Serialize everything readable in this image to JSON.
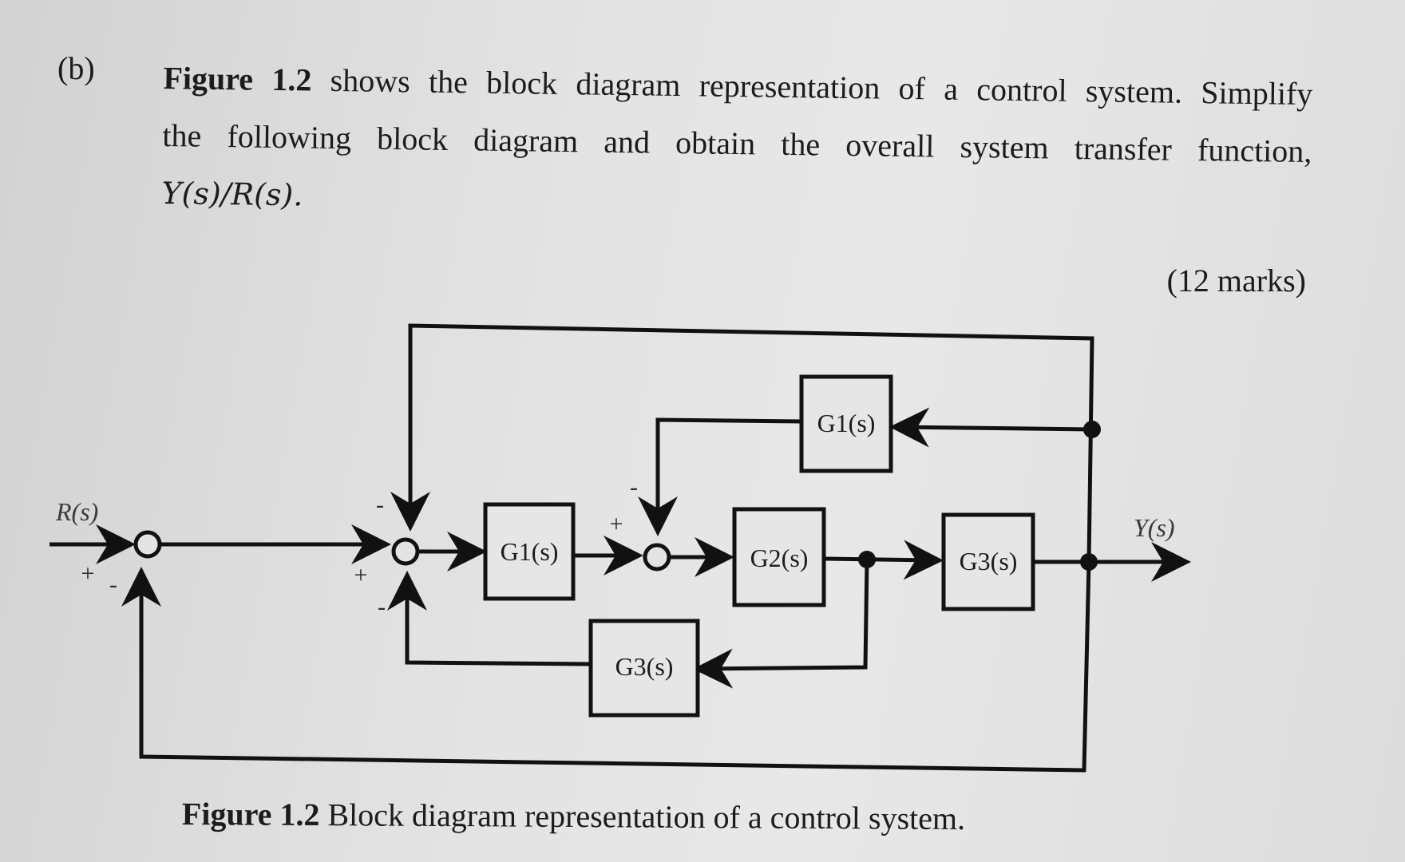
{
  "question": {
    "part": "(b)",
    "figure_ref": "Figure 1.2",
    "line1_rest": " shows the block diagram representation of a control system. Simplify",
    "line2": "the following block diagram and obtain the overall system transfer function,",
    "line3": "Y(s)/R(s).",
    "marks": "(12 marks)"
  },
  "diagram": {
    "input_label": "R(s)",
    "output_label": "Y(s)",
    "blocks": {
      "g1_forward": "G1(s)",
      "g2_forward": "G2(s)",
      "g3_forward": "G3(s)",
      "g1_feedback": "G1(s)",
      "g3_feedback": "G3(s)"
    },
    "signs": {
      "s1_plus": "+",
      "s1_minus": "-",
      "s2_plus": "+",
      "s2_minus_top": "-",
      "s2_minus_bottom": "-",
      "s3_plus": "+",
      "s3_minus": "-"
    }
  },
  "caption": {
    "figure_ref": "Figure 1.2",
    "text": " Block diagram representation of a control system."
  }
}
